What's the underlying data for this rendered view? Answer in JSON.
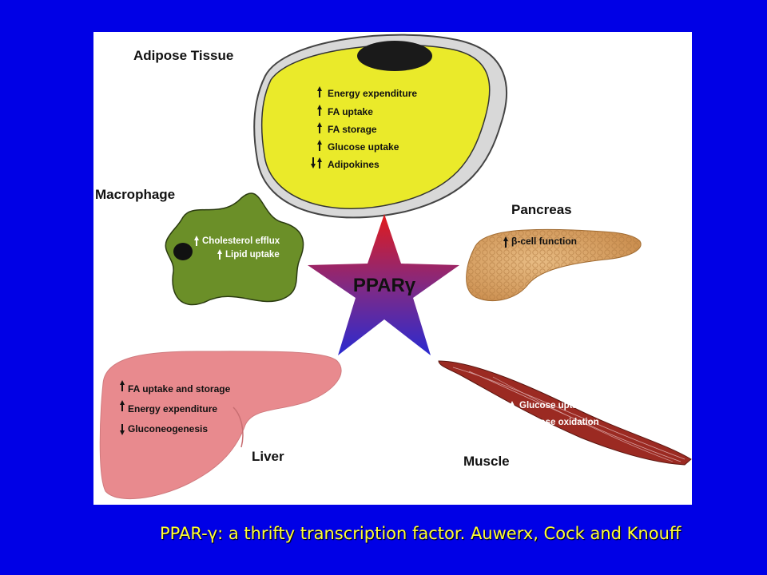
{
  "organs": {
    "adipose": {
      "title": "Adipose Tissue",
      "items": [
        "Energy expenditure",
        "FA uptake",
        "FA storage",
        "Glucose uptake",
        "Adipokines"
      ]
    },
    "macrophage": {
      "title": "Macrophage",
      "items": [
        "Cholesterol efflux",
        "Lipid uptake"
      ]
    },
    "pancreas": {
      "title": "Pancreas",
      "items": [
        "β-cell function"
      ]
    },
    "liver": {
      "title": "Liver",
      "items": [
        "FA uptake and storage",
        "Energy expenditure",
        "Gluconeogenesis"
      ]
    },
    "muscle": {
      "title": "Muscle",
      "items": [
        "Glucose uptake",
        "Glucose oxidation"
      ]
    }
  },
  "center_label": "PPARγ",
  "caption": "PPAR-γ: a thrifty transcription factor. Auwerx, Cock and Knouff",
  "colors": {
    "background": "#0000e6",
    "panel": "#ffffff",
    "adipose": "#eaea2a",
    "macrophage": "#6b8f28",
    "pancreas": "#d9a566",
    "liver": "#e88a8e",
    "muscle": "#9b2a22",
    "star_top": "#e21b1b",
    "star_bottom": "#2b2ad0",
    "caption": "#ffff33"
  }
}
